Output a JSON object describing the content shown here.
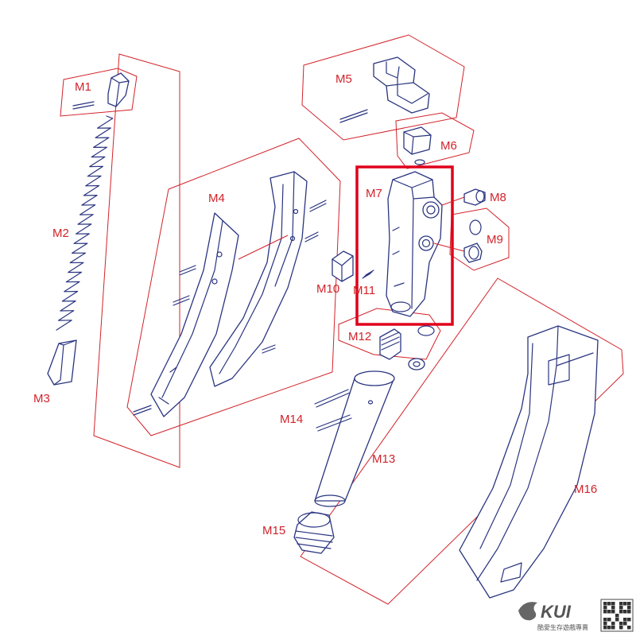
{
  "diagram": {
    "parts": [
      {
        "id": "m1",
        "label": "M1"
      },
      {
        "id": "m2",
        "label": "M2"
      },
      {
        "id": "m3",
        "label": "M3"
      },
      {
        "id": "m4",
        "label": "M4"
      },
      {
        "id": "m5",
        "label": "M5"
      },
      {
        "id": "m6",
        "label": "M6"
      },
      {
        "id": "m7",
        "label": "M7"
      },
      {
        "id": "m8",
        "label": "M8"
      },
      {
        "id": "m9",
        "label": "M9"
      },
      {
        "id": "m10",
        "label": "M10"
      },
      {
        "id": "m11",
        "label": "M11"
      },
      {
        "id": "m12",
        "label": "M12"
      },
      {
        "id": "m13",
        "label": "M13"
      },
      {
        "id": "m14",
        "label": "M14"
      },
      {
        "id": "m15",
        "label": "M15"
      },
      {
        "id": "m16",
        "label": "M16"
      }
    ],
    "highlighted_part": "M7"
  },
  "watermark": {
    "brand": "KUI",
    "tagline": "酷愛生存遊戲專賣"
  }
}
